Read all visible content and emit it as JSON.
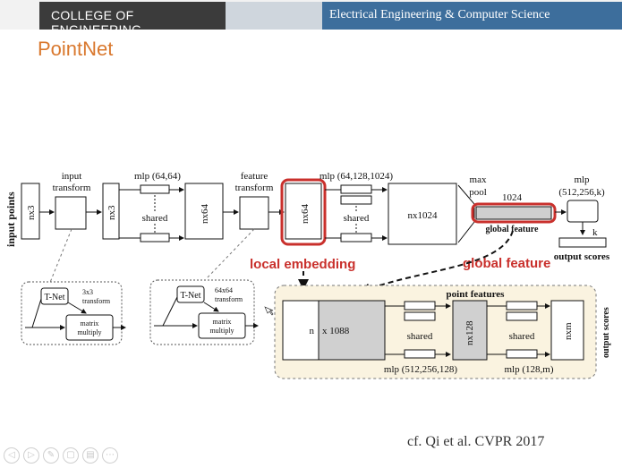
{
  "header": {
    "left_text": "COLLEGE OF ENGINEERING",
    "right_text": "Electrical Engineering & Computer Science"
  },
  "slide": {
    "title": "PointNet",
    "citation": "cf. Qi et al. CVPR 2017"
  },
  "diagram": {
    "input_points": "input points",
    "nx3": "nx3",
    "input_transform": [
      "input",
      "transform"
    ],
    "mlp_64": "mlp (64,64)",
    "shared": "shared",
    "nx64": "nx64",
    "feature_transform": [
      "feature",
      "transform"
    ],
    "mlp_1024": "mlp (64,128,1024)",
    "nx1024": "nx1024",
    "max_pool": [
      "max",
      "pool"
    ],
    "dim_1024": "1024",
    "global_feature": "global feature",
    "mlp_k": [
      "mlp",
      "(512,256,k)"
    ],
    "k": "k",
    "output_scores": "output scores",
    "tnet": "T-Net",
    "transform_3x3": [
      "3x3",
      "transform"
    ],
    "transform_64x64": [
      "64x64",
      "transform"
    ],
    "matrix_multiply": [
      "matrix",
      "multiply"
    ],
    "local_embedding_label": "local embedding",
    "global_feature_label": "global feature",
    "point_features": "point features",
    "n": "n",
    "x1088": "x 1088",
    "nx128": "nx128",
    "nxm": "nxm",
    "mlp_512_256_128": "mlp (512,256,128)",
    "mlp_128_m": "mlp (128,m)"
  },
  "toolbar": {
    "buttons": [
      "◁",
      "▷",
      "✎",
      "▢",
      "▤",
      "⋯"
    ]
  }
}
